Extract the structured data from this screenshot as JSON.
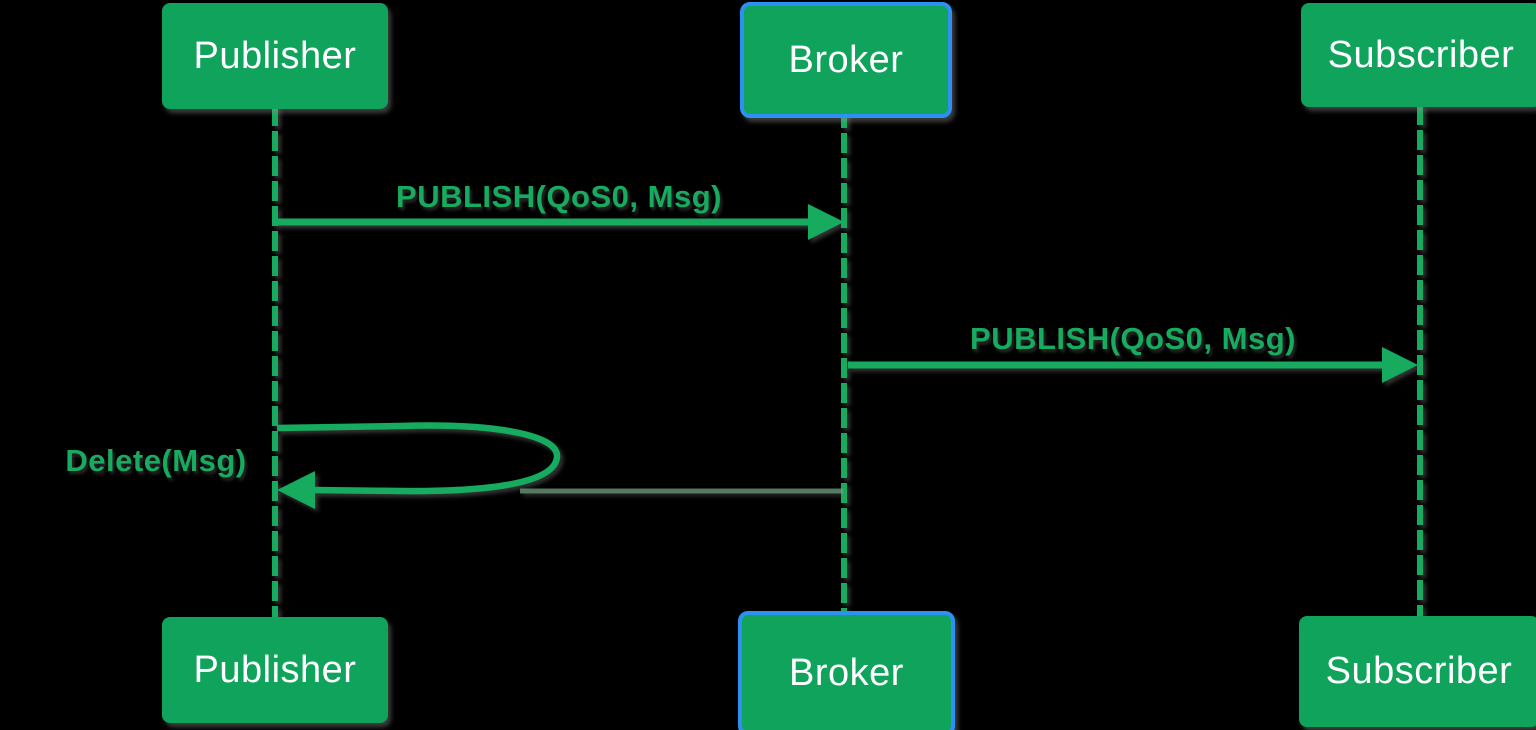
{
  "diagram": {
    "type": "sequence-diagram",
    "topic": "MQTT QoS0 publish flow",
    "background": "#000000",
    "colors": {
      "background": "#000000",
      "actor_fill": "#0FA35C",
      "actor_text": "#FFFFFF",
      "broker_border": "#2E90F5",
      "line_green": "#17AB5F",
      "label_green": "#17AB5F",
      "faded_line_green": "#74A585",
      "shadow_gray": "#8C8C8C"
    },
    "actors": {
      "top": [
        {
          "id": "publisher",
          "label": "Publisher"
        },
        {
          "id": "broker",
          "label": "Broker"
        },
        {
          "id": "subscriber",
          "label": "Subscriber"
        }
      ],
      "bottom": [
        {
          "id": "publisher",
          "label": "Publisher"
        },
        {
          "id": "broker",
          "label": "Broker"
        },
        {
          "id": "subscriber",
          "label": "Subscriber"
        }
      ]
    },
    "messages": [
      {
        "label": "PUBLISH(QoS0, Msg)",
        "from": "Publisher",
        "to": "Broker",
        "style": "solid-arrow"
      },
      {
        "label": "PUBLISH(QoS0, Msg)",
        "from": "Broker",
        "to": "Subscriber",
        "style": "solid-arrow"
      },
      {
        "label": "Delete(Msg)",
        "from": "Publisher",
        "to": "Publisher",
        "style": "self-loop"
      }
    ]
  }
}
